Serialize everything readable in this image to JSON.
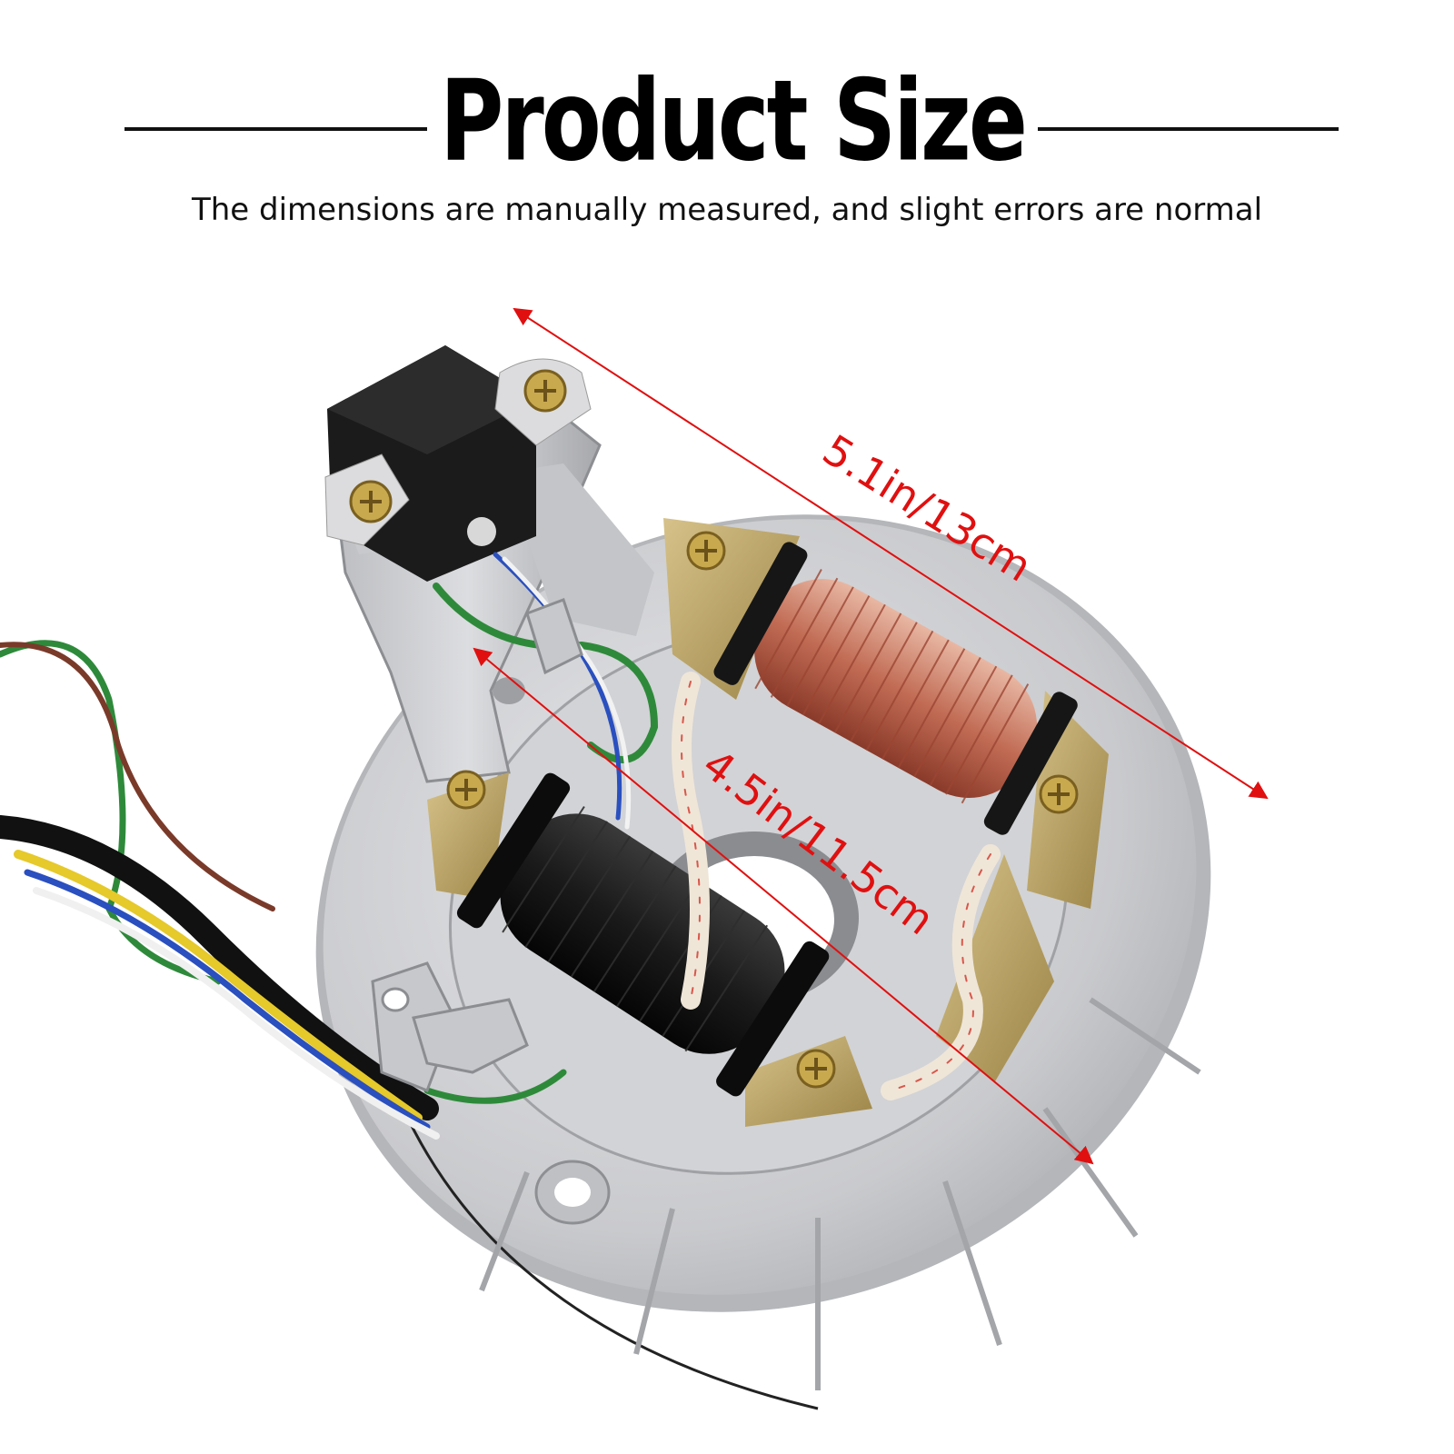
{
  "header": {
    "title": "Product Size",
    "subtitle": "The dimensions are manually measured, and slight errors are normal"
  },
  "dimensions": {
    "length_label": "5.1in/13cm",
    "width_label": "4.5in/11.5cm",
    "arrow_color": "#e01010"
  },
  "product": {
    "description_icon": "stator-photo-icon"
  }
}
